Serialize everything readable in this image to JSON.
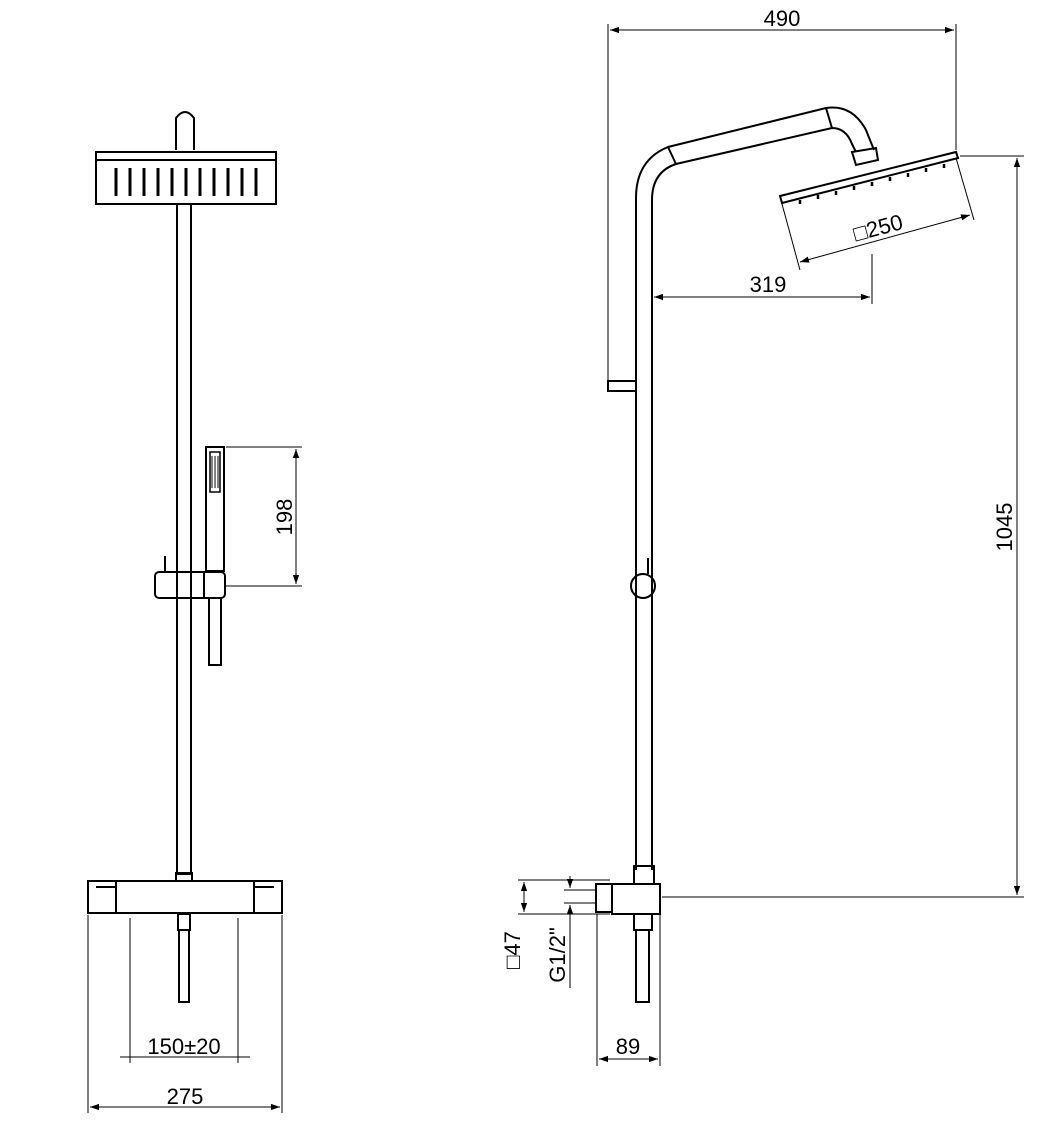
{
  "colors": {
    "line": "#000000",
    "background": "#ffffff"
  },
  "front_view": {
    "width_label": "275",
    "spacing_label": "150±20",
    "handshower_height_label": "198"
  },
  "side_view": {
    "overall_width_label": "490",
    "arm_projection_label": "319",
    "head_size_label": "□250",
    "height_label": "1045",
    "inlet_size_label": "□47",
    "thread_label": "G1/2\"",
    "wall_depth_label": "89"
  }
}
